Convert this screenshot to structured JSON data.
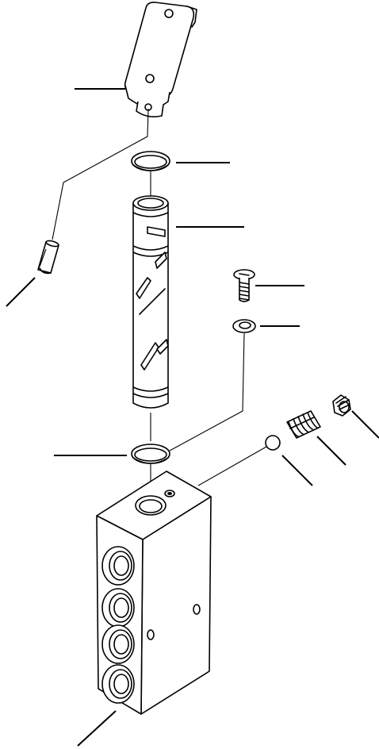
{
  "diagram": {
    "callout_count": 11,
    "parts": [
      "lever",
      "pin",
      "o-ring-upper",
      "spool",
      "screw",
      "washer",
      "o-ring-lower",
      "ball",
      "spring",
      "plug",
      "valve-body"
    ]
  }
}
